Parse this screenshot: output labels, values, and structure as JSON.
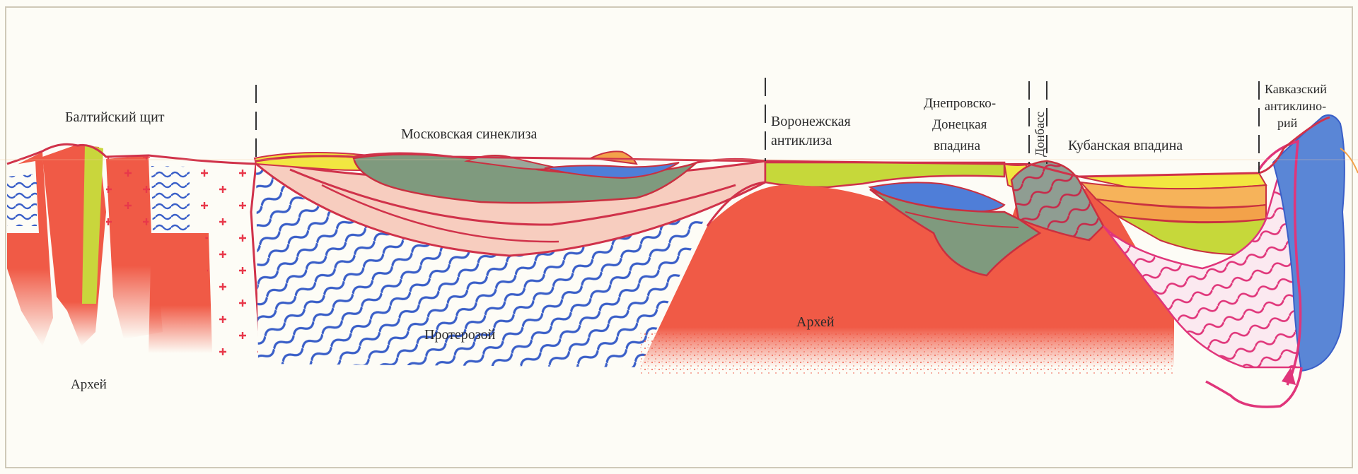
{
  "labels": {
    "baltic_shield": "Балтийский щит",
    "moscow_syneclise": "Московская синеклиза",
    "voronezh_line1": "Воронежская",
    "voronezh_line2": "антиклиза",
    "dnieper_line1": "Днепровско-",
    "dnieper_line2": "Донецкая",
    "dnieper_line3": "впадина",
    "donbass": "Донбасс",
    "kuban": "Кубанская впадина",
    "caucasus_line1": "Кавказский",
    "caucasus_line2": "антиклино-",
    "caucasus_line3": "рий",
    "archean_left": "Архей",
    "proterozoic": "Протерозой",
    "archean_center": "Архей"
  },
  "colors": {
    "archean_red": "#f05a46",
    "proterozoic_blue": "#3a5fc8",
    "outline": "#d0324a",
    "pale_pink": "#f7cdbf",
    "gray_green": "#7f9a7e",
    "lime": "#c6d83a",
    "yellow": "#f2e640",
    "orange": "#f3a24a",
    "blue_layer": "#4f7ed8",
    "caucasus_blue": "#5a86d6",
    "magenta": "#e0357a"
  }
}
